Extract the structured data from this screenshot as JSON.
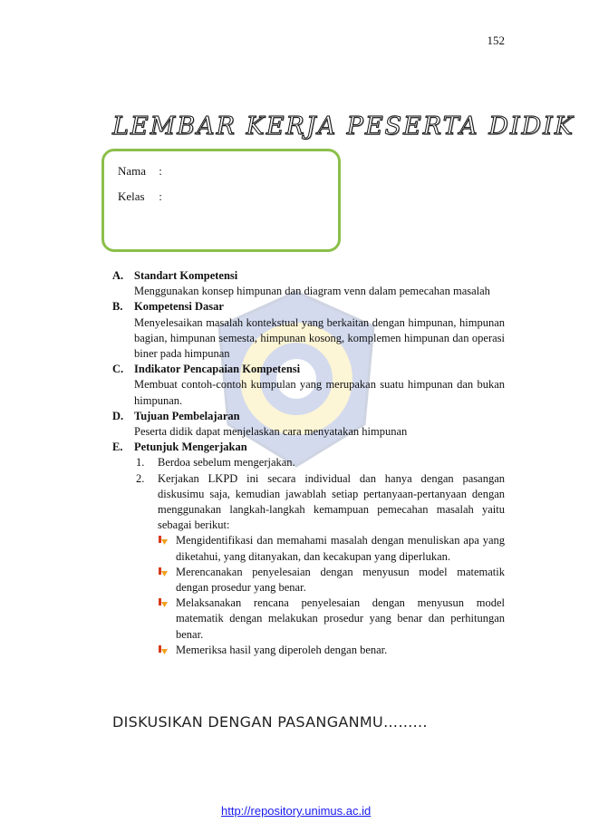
{
  "page_number": "152",
  "title": "LEMBAR KERJA PESERTA DIDIK",
  "identity_box": {
    "name_label": "Nama",
    "class_label": "Kelas",
    "separator": ":"
  },
  "sections": [
    {
      "letter": "A.",
      "heading": "Standart Kompetensi",
      "body": "Menggunakan konsep himpunan dan diagram venn dalam pemecahan masalah"
    },
    {
      "letter": "B.",
      "heading": "Kompetensi Dasar",
      "body": "Menyelesaikan masalah kontekstual yang berkaitan dengan himpunan, himpunan bagian, himpunan semesta, himpunan kosong, komplemen himpunan dan operasi biner pada himpunan"
    },
    {
      "letter": "C.",
      "heading": "Indikator Pencapaian Kompetensi",
      "body": "Membuat contoh-contoh kumpulan yang merupakan suatu himpunan dan bukan himpunan."
    },
    {
      "letter": "D.",
      "heading": "Tujuan Pembelajaran",
      "body": "Peserta didik dapat menjelaskan cara menyatakan himpunan"
    },
    {
      "letter": "E.",
      "heading": "Petunjuk Mengerjakan",
      "items": [
        {
          "index": "1.",
          "text": "Berdoa sebelum mengerjakan."
        },
        {
          "index": "2.",
          "text": "Kerjakan LKPD ini secara individual dan hanya dengan pasangan diskusimu saja, kemudian jawablah setiap pertanyaan-pertanyaan dengan menggunakan langkah-langkah kemampuan pemecahan masalah yaitu sebagai berikut:"
        }
      ],
      "steps": [
        "Mengidentifikasi dan memahami masalah dengan menuliskan apa yang diketahui, yang ditanyakan, dan kecakupan yang diperlukan.",
        "Merencanakan penyelesaian dengan menyusun model matematik dengan prosedur yang benar.",
        "Melaksanakan rencana penyelesaian dengan menyusun model matematik dengan melakukan prosedur yang benar dan perhitungan benar.",
        "Memeriksa hasil yang diperoleh dengan benar."
      ]
    }
  ],
  "discussion_heading": "DISKUSIKAN DENGAN PASANGANMU……...",
  "footer_link": "http://repository.unimus.ac.id",
  "colors": {
    "box_border": "#8cbf4a",
    "bullet_red": "#d83a1a",
    "bullet_orange": "#f0a020",
    "link": "#1a1aee",
    "watermark": "#3b5bb0"
  }
}
